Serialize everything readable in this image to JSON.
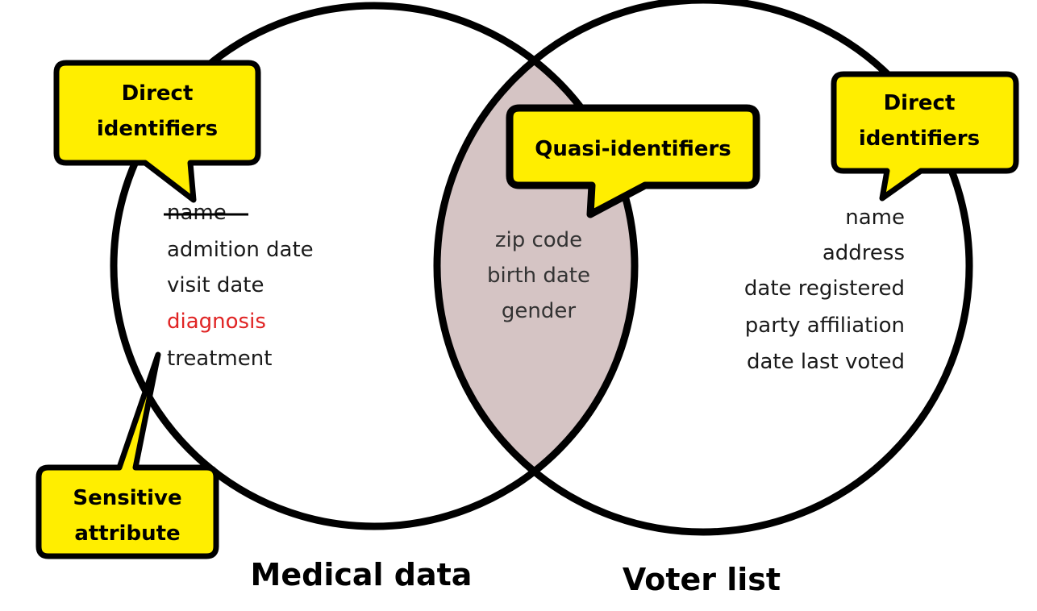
{
  "colors": {
    "callout_fill": "#ffee00",
    "intersection_fill": "#d5c4c4",
    "sensitive_text": "#e02424",
    "outline": "#000000"
  },
  "left_set": {
    "label": "Medical data",
    "items": [
      {
        "text": "name",
        "struck": true
      },
      {
        "text": "admition date"
      },
      {
        "text": "visit date"
      },
      {
        "text": "diagnosis",
        "sensitive": true
      },
      {
        "text": "treatment"
      }
    ]
  },
  "right_set": {
    "label": "Voter list",
    "items": [
      {
        "text": "name"
      },
      {
        "text": "address"
      },
      {
        "text": "date registered"
      },
      {
        "text": "party affiliation"
      },
      {
        "text": "date last voted"
      }
    ]
  },
  "intersection": {
    "items": [
      "zip code",
      "birth date",
      "gender"
    ]
  },
  "callouts": {
    "left_direct": [
      "Direct",
      "identifiers"
    ],
    "right_direct": [
      "Direct",
      "identifiers"
    ],
    "quasi": [
      "Quasi-identifiers"
    ],
    "sensitive": [
      "Sensitive",
      "attribute"
    ]
  }
}
